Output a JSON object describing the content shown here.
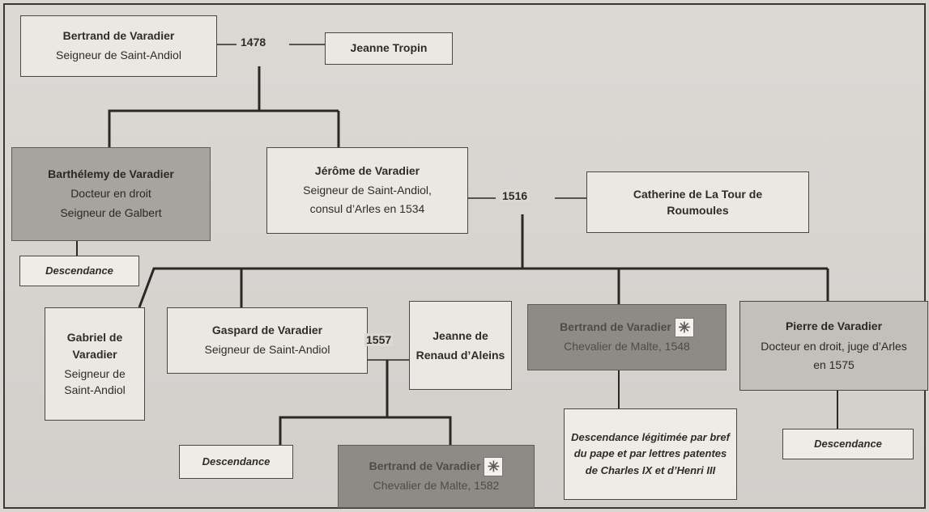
{
  "title": "",
  "people": {
    "bertrand_1": {
      "name": "Bertrand de Varadier",
      "title": "Seigneur de Saint-Andiol"
    },
    "jeanne_tropin": {
      "name": "Jeanne Tropin"
    },
    "barthelemy": {
      "name": "Barthélemy de Varadier",
      "line1": "Docteur en droit",
      "line2": "Seigneur de Galbert"
    },
    "jerome": {
      "name": "Jérôme de Varadier",
      "line1": "Seigneur de Saint-Andiol,",
      "line2": "consul d’Arles en 1534"
    },
    "catherine": {
      "name": "Catherine de La Tour de Roumoules"
    },
    "gabriel": {
      "name": "Gabriel de Varadier",
      "title": "Seigneur de Saint-Andiol"
    },
    "gaspard": {
      "name": "Gaspard de Varadier",
      "title": "Seigneur de Saint-Andiol"
    },
    "jeanne_renaud": {
      "name": "Jeanne de Renaud d’Aleins"
    },
    "bertrand_malte_1548": {
      "name": "Bertrand de Varadier",
      "title": "Chevalier de Malte, 1548"
    },
    "pierre": {
      "name": "Pierre de Varadier",
      "title": "Docteur en droit, juge d’Arles en 1575"
    },
    "bertrand_malte_1582": {
      "name": "Bertrand de Varadier",
      "title": "Chevalier de Malte, 1582"
    }
  },
  "marriages": {
    "m1478": "1478",
    "m1516": "1516",
    "m1557": "1557"
  },
  "notes": {
    "desc_barthelemy": "Descendance",
    "desc_gaspard": "Descendance",
    "desc_bertrand": "Descendance légitimée par bref du pape et par lettres patentes de Charles IX et d’Henri III",
    "desc_pierre": "Descendance"
  },
  "icons": {
    "malta_cross": "maltese-cross-icon"
  },
  "colors": {
    "dark_box": "#8e8a85",
    "mid_box": "#a7a39e",
    "light_box": "#ebe8e4",
    "line": "#2a2725"
  }
}
